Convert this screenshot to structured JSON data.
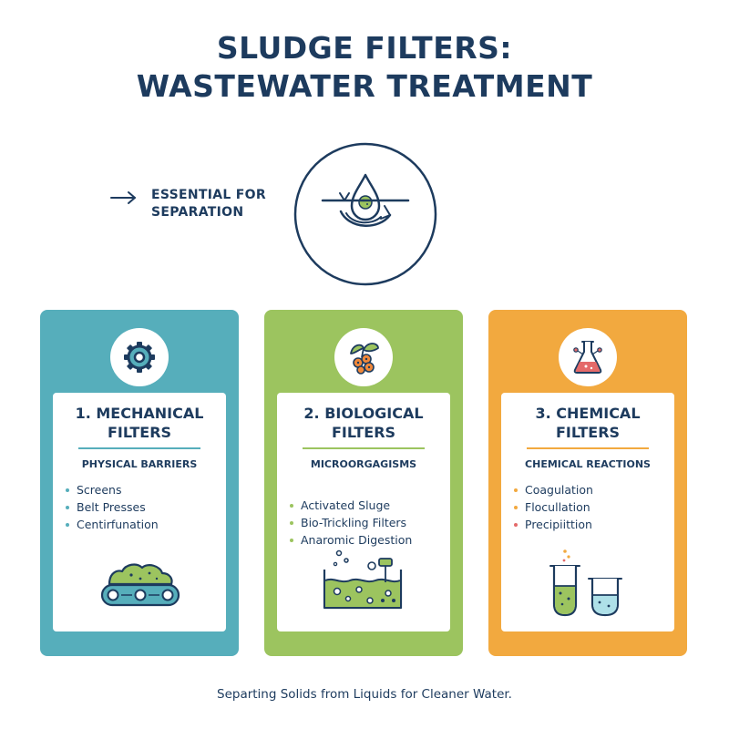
{
  "title": {
    "line1": "SLUDGE FILTERS:",
    "line2": "WASTEWATER TREATMENT"
  },
  "tagline": {
    "line1": "ESSENTIAL FOR",
    "line2": "SEPARATION"
  },
  "cards": [
    {
      "title_line1": "1. MECHANICAL",
      "title_line2": "FILTERS",
      "subtitle": "PHYSICAL BARRIERS",
      "items": [
        "Screens",
        "Belt Presses",
        "Centirfunation"
      ],
      "accent": "#56aebb",
      "icon": "gear-icon"
    },
    {
      "title_line1": "2. BIOLOGICAL",
      "title_line2": "FILTERS",
      "subtitle": "MICROORGAGISMS",
      "items": [
        "Activated Sluge",
        "Bio-Trickling Filters",
        "Anaromic Digestion"
      ],
      "accent": "#9cc45f",
      "icon": "leaf-microbe-icon"
    },
    {
      "title_line1": "3. CHEMICAL",
      "title_line2": "FILTERS",
      "subtitle": "CHEMICAL REACTIONS",
      "items": [
        "Coagulation",
        "Flocullation",
        "Precipiittion"
      ],
      "accent": "#f2a93f",
      "icon": "flask-icon"
    }
  ],
  "footer": "Separting Solids from Liquids for Cleaner Water.",
  "colors": {
    "navy": "#1d3b5e",
    "teal": "#56aebb",
    "green": "#9cc45f",
    "orange": "#f2a93f"
  }
}
